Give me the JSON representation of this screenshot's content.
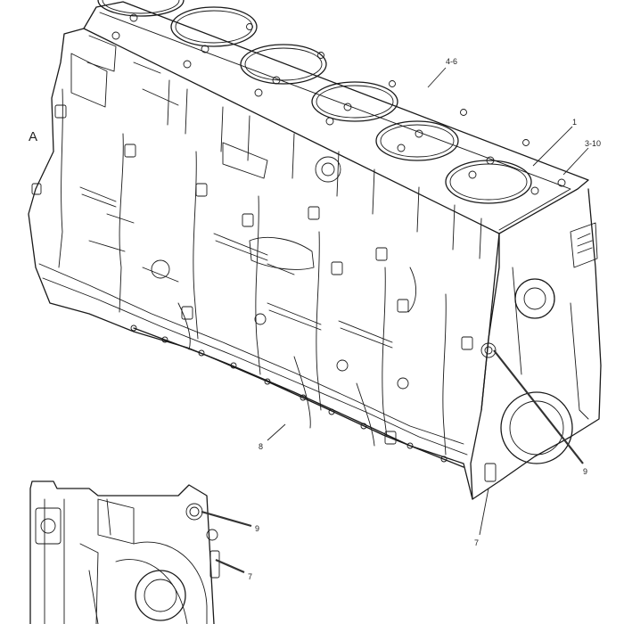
{
  "labels": {
    "view_a": "A",
    "liners": "4-6",
    "part_1": "1",
    "part_3_10": "3-10",
    "part_8": "8",
    "part_9_main": "9",
    "part_7_main": "7",
    "part_9_inset": "9",
    "part_7_inset": "7"
  },
  "cylinders": 6
}
